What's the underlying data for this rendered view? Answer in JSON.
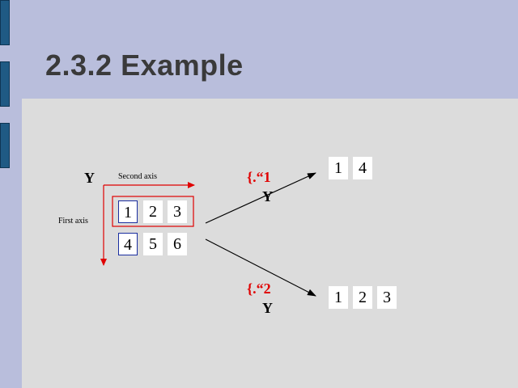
{
  "slide": {
    "title": "2.3.2 Example"
  },
  "diagram": {
    "source_symbol": "Y",
    "second_axis_label": "Second axis",
    "first_axis_label": "First axis",
    "matrix": [
      [
        "1",
        "2",
        "3"
      ],
      [
        "4",
        "5",
        "6"
      ]
    ],
    "op_top": {
      "symbol": "{.“1",
      "sub": "Y"
    },
    "op_bottom": {
      "symbol": "{.“2",
      "sub": "Y"
    },
    "result_top": [
      "1",
      "4"
    ],
    "result_bottom": [
      "1",
      "2",
      "3"
    ],
    "colors": {
      "accent_red": "#e00000",
      "highlight_blue": "#1a2ea0"
    }
  }
}
